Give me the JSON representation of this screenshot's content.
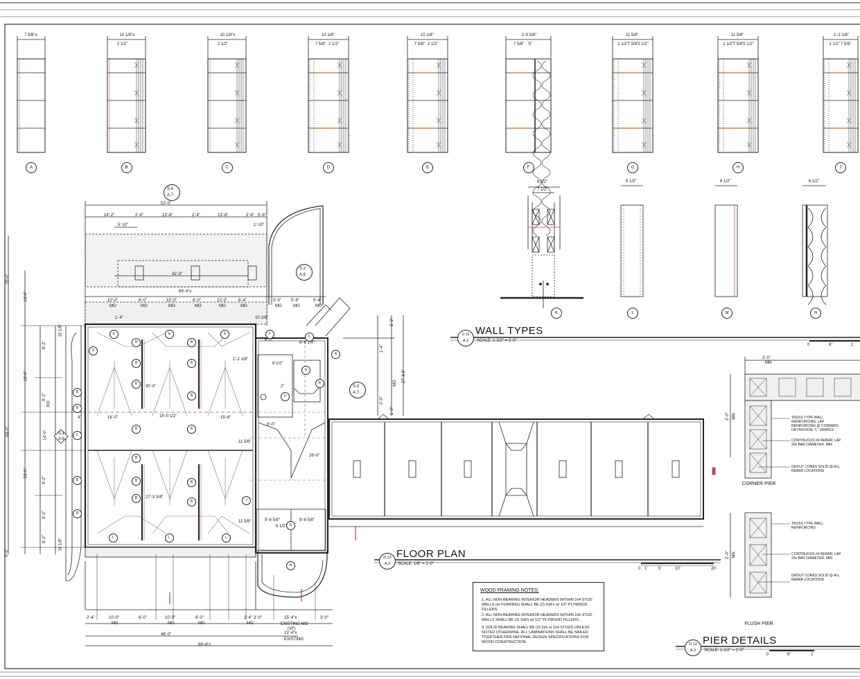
{
  "sheet": {
    "wall_types": {
      "title": "WALL TYPES",
      "detail_id": "D.11",
      "sheet_ref": "A.3",
      "scale": "SCALE:  1-1/2\" = 1'-0\"",
      "types": [
        {
          "tag": "A",
          "dims": [
            "7 5/8\"±"
          ]
        },
        {
          "tag": "B",
          "dims": [
            "10 1/8\"±",
            "2 1/2\""
          ]
        },
        {
          "tag": "C",
          "dims": [
            "10 1/8\"±",
            "2 1/2\""
          ]
        },
        {
          "tag": "D",
          "dims": [
            "10 1/8\"",
            "7 5/8\"",
            "2 1/2\""
          ]
        },
        {
          "tag": "E",
          "dims": [
            "10 1/8\"",
            "7 5/8\"",
            "2 1/2\""
          ]
        },
        {
          "tag": "F",
          "dims": [
            "1'-0 5/8\"",
            "7 5/8\"",
            "5\""
          ]
        },
        {
          "tag": "G",
          "dims": [
            "11 5/8\"",
            "1 1/2\"",
            "7 5/8\"",
            "2 1/2\""
          ]
        },
        {
          "tag": "H",
          "dims": [
            "11 5/8\"",
            "1 1/2\"",
            "7 5/8\"",
            "2 1/2\""
          ]
        },
        {
          "tag": "J",
          "dims": [
            "1'-2 1/8\"",
            "1 1/2\"",
            "7 5/8\""
          ]
        },
        {
          "tag": "K",
          "dims": [
            "8 1/2\"",
            "7 1/2\""
          ]
        },
        {
          "tag": "L",
          "dims": [
            "6 1/2\""
          ]
        },
        {
          "tag": "M",
          "dims": [
            "6 1/2\""
          ]
        },
        {
          "tag": "N",
          "dims": [
            "6 1/2\""
          ]
        }
      ],
      "bar_scale": [
        "0",
        "6\"",
        "1'"
      ]
    },
    "floor_plan": {
      "title": "FLOOR PLAN",
      "detail_id": "D.12",
      "sheet_ref": "A.3",
      "scale": "SCALE:  1/8\" = 1'-0\"",
      "bar_scale": [
        "0",
        "1'",
        "5'",
        "10'",
        "20'"
      ],
      "section_marks": [
        {
          "id": "S.4",
          "ref": "A.7"
        },
        {
          "id": "S.2",
          "ref": "A.6"
        },
        {
          "id": "S.3",
          "ref": "A.7"
        },
        {
          "id": "S.1",
          "ref": "A.6"
        }
      ],
      "top_dims": [
        "52'-0\"",
        "14'-2\"",
        "2'-4\"",
        "13'-8\"",
        "2'-4\"",
        "13'-8\"",
        "2'-4\"",
        "5'-6\"",
        "5'-10\"",
        "1'-10\"",
        "42'-0\"",
        "69'-4\"±"
      ],
      "opening_dims": [
        "10'-0\"",
        "6'-0\"",
        "10'-0\"",
        "6'-0\"",
        "10'-0\"",
        "6'-4\"",
        "5'-5\"",
        "5'-5\"",
        "5'-4\""
      ],
      "mo": "MO",
      "room_dims": [
        "16'-0\"",
        "16'-0 1/2\"",
        "15'-6\"",
        "30'-0\"",
        "27'-3 3/4\"",
        "26'-0\"",
        "6'-0\"",
        "9'-6 1/4\"",
        "9'-6 5/8\"",
        "9'-6 5/8\"",
        "8'-0\"",
        "11 5/8\"",
        "11 5/8\"",
        "6 1/2\"",
        "6 1/2\"",
        "1'-2 1/8\"",
        "1'-4\"",
        "10 1/8\"",
        "4\"",
        "2\""
      ],
      "left_dims": [
        "25'-0\"",
        "14'-0\"",
        "64'-0\"",
        "33'-0\"",
        "16'-0\"",
        "6'-2\"",
        "14'-0\"",
        "9'-2\"",
        "9'-2\"",
        "9'-2\"",
        "6'-2\"",
        "5'-0\"",
        "10 1/8\"",
        "10 1/8\"",
        "RO"
      ],
      "right_dims": [
        "27'-6 5\"",
        "5'-0\"",
        "1'-4\"",
        "MO",
        "2'-0\"",
        "1'-0\""
      ],
      "bottom_dims": [
        "2'-4\"",
        "10'-0\"",
        "6'-0\"",
        "10'-0\"",
        "6'-0\"",
        "2'-4\"",
        "3'-0\"",
        "15'-4\"±",
        "3'-0\"",
        "48'-0\"",
        "21'-4\"±",
        "89'-4\"±"
      ],
      "bottom_notes": [
        "EXISTING MO",
        "(VF)",
        "EXISTING"
      ],
      "wall_tags": [
        "A",
        "B",
        "C",
        "D",
        "E",
        "F",
        "G",
        "J",
        "L"
      ]
    },
    "wood_framing_notes": {
      "title": "WOOD FRAMING NOTES:",
      "items": [
        "1.  ALL NON-BEARING INTERIOR HEADERS WITHIN 2x4 STUD WALLS (or FURRING) SHALL BE (2) 2x8's w/ 1/2\" PLYWOOD FILLERS.",
        "2.  ALL NON-BEARING INTERIOR HEADERS WITHIN 2x6 STUD WALLS SHALL BE (3) 2x8's w/ 1/2\" PLYWOOD FILLERS.",
        "3.  SOLID BEARING SHALL BE (3) 2x6 or 2x4 STUDS UNLESS NOTED OTHERWISE. ALL LAMINATIONS SHALL BE NAILED TOGETHER PER NATIONAL DESIGN SPECIFICATIONS FOR WOOD CONSTRUCTION."
      ]
    },
    "pier_details": {
      "title": "PIER DETAILS",
      "detail_id": "D.12",
      "sheet_ref": "A.3",
      "scale": "SCALE:  1-1/2\" = 1'-0\"",
      "bar_scale": [
        "0",
        "6\"",
        "1'"
      ],
      "dims": [
        "3'-0\"",
        "MN",
        "2'-0\"",
        "MN",
        "2'-0\"",
        "MN"
      ],
      "corner": {
        "label": "CORNER PIER",
        "notes": [
          "TRUSS TYPE WALL REINFORCING, LAP REINFORCING @ CORNERS OR PROVIDE \"L\" SHAPES",
          "CONTINUOUS #4 REBAR; LAP 20x BAR DIAMETER, MIN",
          "GROUT CORES SOLID @ ALL REBAR LOCATIONS"
        ]
      },
      "flush": {
        "label": "FLUSH PIER",
        "notes": [
          "TRUSS TYPE WALL REINFORCING",
          "CONTINUOUS #4 REBAR; LAP 20x BAR DIAMETER, MIN",
          "GROUT CORES SOLID @ ALL REBAR LOCATIONS"
        ]
      }
    }
  }
}
